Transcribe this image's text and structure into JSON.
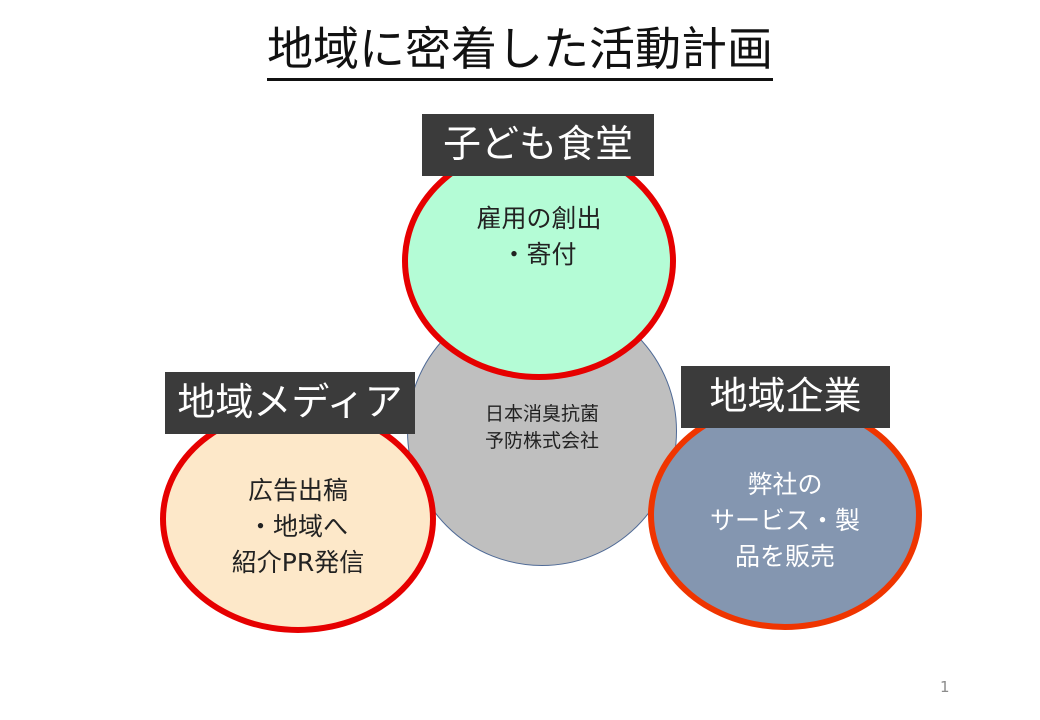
{
  "slide": {
    "title": "地域に密着した活動計画",
    "page_number": "1"
  },
  "center": {
    "text": "日本消臭抗菌\n予防株式会社",
    "fill": "#bfbfbf",
    "stroke": "#4f6a96"
  },
  "nodes": {
    "top": {
      "label": "子ども食堂",
      "text": "雇用の創出\n・寄付",
      "fill": "#b4fcd6",
      "stroke": "#e60000"
    },
    "left": {
      "label": "地域メディア",
      "text": "広告出稿\n・地域へ\n紹介PR発信",
      "fill": "#fde8c9",
      "stroke": "#e60000"
    },
    "right": {
      "label": "地域企業",
      "text": "弊社の\nサービス・製\n品を販売",
      "fill": "#8496b0",
      "stroke": "#ef3500"
    }
  },
  "colors": {
    "label_bg": "#3b3b3b",
    "label_text": "#ffffff"
  }
}
